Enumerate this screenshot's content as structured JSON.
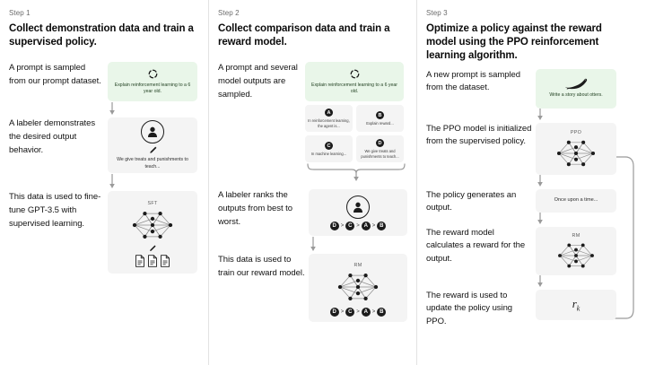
{
  "diagram": {
    "title": "RLHF three-step training diagram",
    "accent_green": "#e9f6e9",
    "box_gray": "#f4f4f4",
    "divider": "#e2e2e2"
  },
  "steps": [
    {
      "label": "Step 1",
      "title": "Collect demonstration data and train a supervised policy.",
      "rows": [
        {
          "caption": "A prompt is sampled from our prompt dataset.",
          "art": {
            "kind": "green-prompt",
            "icon": "recycle-icon",
            "text": "Explain reinforcement learning to a 6 year old."
          }
        },
        {
          "caption": "A labeler demonstrates the desired output behavior.",
          "art": {
            "kind": "labeler",
            "icon": "person-icon",
            "pencil": "pencil-icon",
            "text": "We give treats and punishments to teach..."
          }
        },
        {
          "caption": "This data is used to fine-tune GPT-3.5 with supervised learning.",
          "art": {
            "kind": "model-docs",
            "model_label": "SFT",
            "icon": "neural-network-icon",
            "pencil": "pencil-icon",
            "docs_icon": "document-icon",
            "docs_count": 3
          }
        }
      ]
    },
    {
      "label": "Step 2",
      "title": "Collect comparison data and train a reward model.",
      "rows": [
        {
          "caption": "A prompt and several model outputs are sampled.",
          "art": {
            "kind": "green-prompt-options",
            "icon": "recycle-icon",
            "text": "Explain reinforcement learning to a 6 year old.",
            "options": [
              {
                "badge": "A",
                "text": "In reinforcement learning, the agent is..."
              },
              {
                "badge": "B",
                "text": "Explain reward..."
              },
              {
                "badge": "C",
                "text": "In machine learning..."
              },
              {
                "badge": "D",
                "text": "We give treats and punishments to teach..."
              }
            ]
          }
        },
        {
          "caption": "A labeler ranks the outputs from best to worst.",
          "art": {
            "kind": "ranker",
            "icon": "person-icon",
            "ranking": [
              "D",
              "C",
              "A",
              "B"
            ],
            "separator": ">"
          }
        },
        {
          "caption": "This data is used to train our reward model.",
          "art": {
            "kind": "model-ranking",
            "model_label": "RM",
            "icon": "neural-network-icon",
            "ranking": [
              "D",
              "C",
              "A",
              "B"
            ],
            "separator": ">"
          }
        }
      ]
    },
    {
      "label": "Step 3",
      "title": "Optimize a policy against the reward model using the PPO reinforcement learning algorithm.",
      "rows": [
        {
          "caption": "A new prompt is sampled from the dataset.",
          "art": {
            "kind": "green-prompt",
            "icon": "otter-icon",
            "text": "Write a story about otters."
          }
        },
        {
          "caption": "The PPO model is initialized from the supervised policy.",
          "art": {
            "kind": "model",
            "model_label": "PPO",
            "icon": "neural-network-icon"
          }
        },
        {
          "caption": "The policy generates an output.",
          "art": {
            "kind": "text-box",
            "text": "Once upon a time..."
          }
        },
        {
          "caption": "The reward model calculates a reward for the output.",
          "art": {
            "kind": "model",
            "model_label": "RM",
            "icon": "neural-network-icon"
          }
        },
        {
          "caption": "The reward is used to update the policy using PPO.",
          "art": {
            "kind": "reward",
            "formula_base": "r",
            "formula_sub": "k",
            "feedback_arrow": "feedback-loop-arrow"
          }
        }
      ]
    }
  ]
}
